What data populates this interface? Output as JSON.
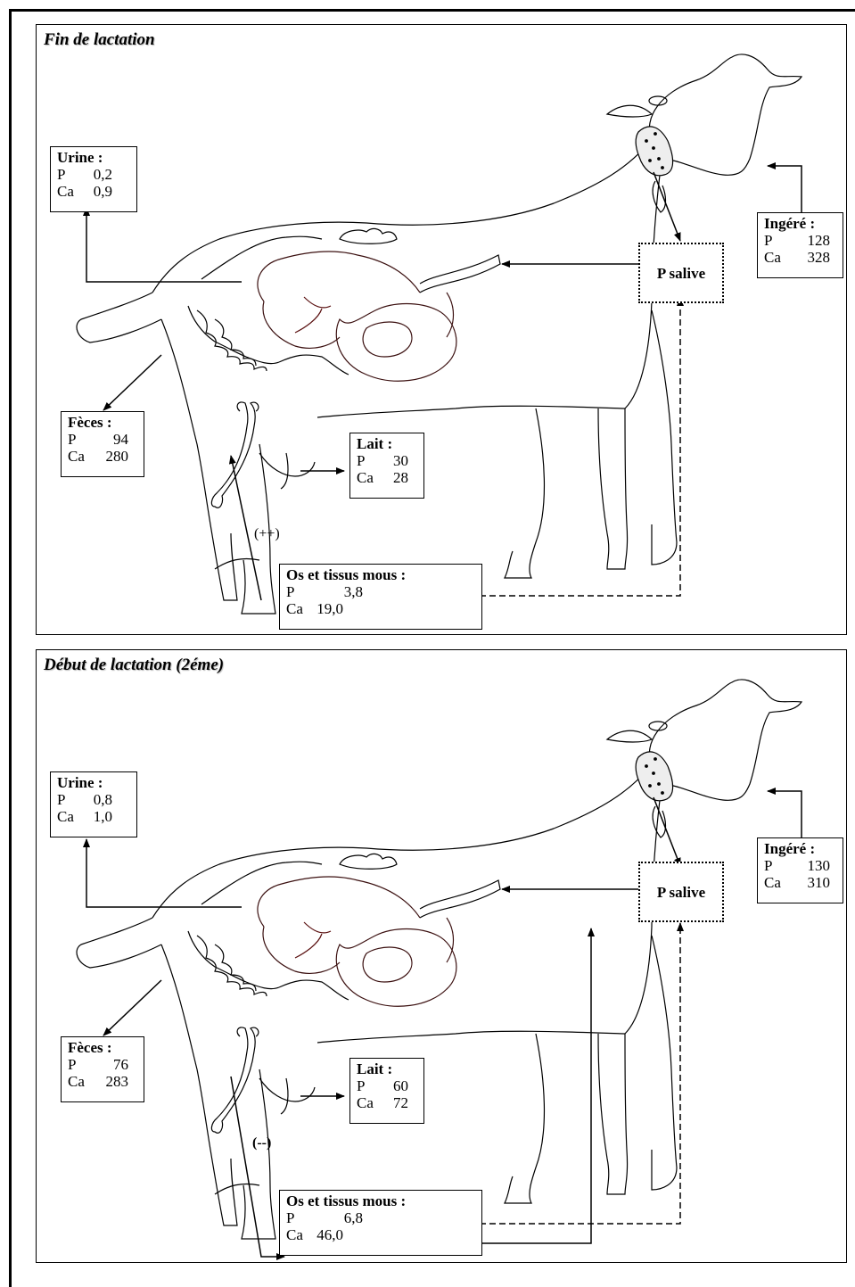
{
  "panels": [
    {
      "title": "Fin de lactation",
      "urine": {
        "head": "Urine :",
        "p_key": "P",
        "p": "0,2",
        "ca_key": "Ca",
        "ca": "0,9"
      },
      "feces": {
        "head": "Fèces :",
        "p_key": "P",
        "p": "94",
        "ca_key": "Ca",
        "ca": "280"
      },
      "lait": {
        "head": "Lait :",
        "p_key": "P",
        "p": "30",
        "ca_key": "Ca",
        "ca": "28"
      },
      "os": {
        "head": "Os et tissus mous :",
        "p_key": "P",
        "p": "3,8",
        "ca_key": "Ca",
        "ca": "19,0"
      },
      "ingere": {
        "head": "Ingéré :",
        "p_key": "P",
        "p": "128",
        "ca_key": "Ca",
        "ca": "328"
      },
      "salive": "P salive",
      "bone_flow": "(++)"
    },
    {
      "title": "Début de lactation (2éme)",
      "urine": {
        "head": "Urine :",
        "p_key": "P",
        "p": "0,8",
        "ca_key": "Ca",
        "ca": "1,0"
      },
      "feces": {
        "head": "Fèces :",
        "p_key": "P",
        "p": "76",
        "ca_key": "Ca",
        "ca": "283"
      },
      "lait": {
        "head": "Lait :",
        "p_key": "P",
        "p": "60",
        "ca_key": "Ca",
        "ca": "72"
      },
      "os": {
        "head": "Os et tissus mous :",
        "p_key": "P",
        "p": "6,8",
        "ca_key": "Ca",
        "ca": "46,0"
      },
      "ingere": {
        "head": "Ingéré :",
        "p_key": "P",
        "p": "130",
        "ca_key": "Ca",
        "ca": "310"
      },
      "salive": "P salive",
      "bone_flow": "(--)"
    }
  ]
}
